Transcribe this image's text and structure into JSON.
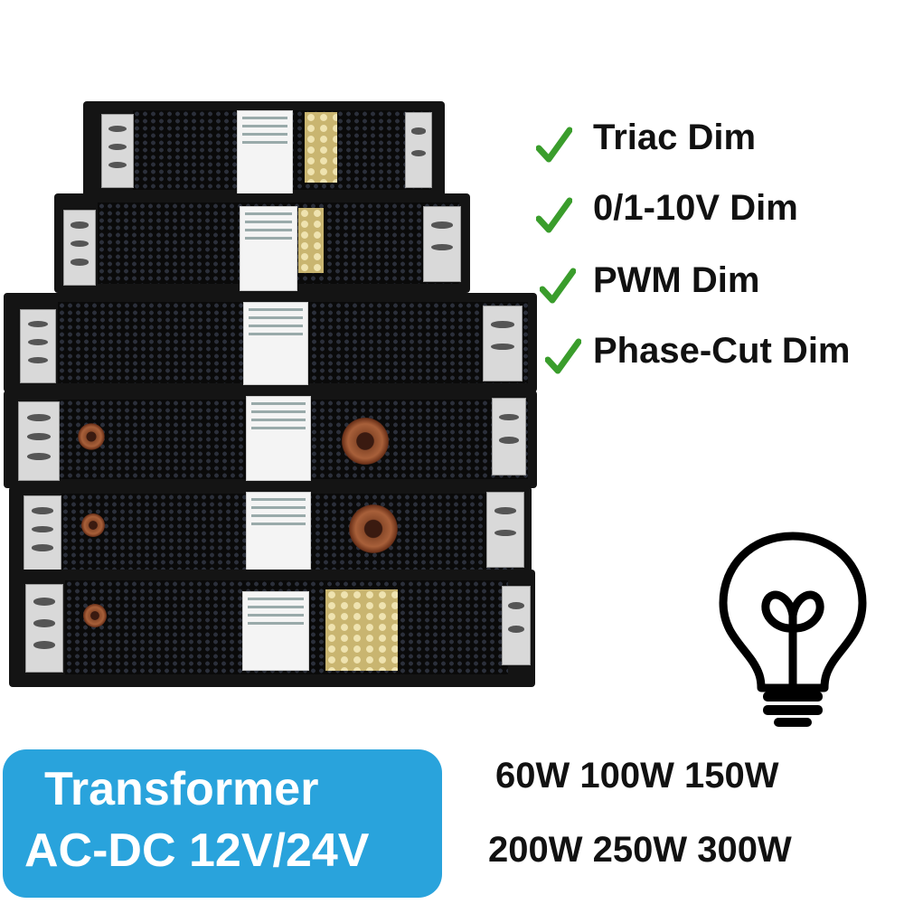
{
  "features": [
    "Triac Dim",
    "0/1-10V Dim",
    "PWM Dim",
    "Phase-Cut Dim"
  ],
  "wattages": {
    "row1": "60W 100W 150W",
    "row2": "200W 250W 300W"
  },
  "badge": {
    "line1": "Transformer",
    "line2": "AC-DC 12V/24V"
  },
  "colors": {
    "check": "#3a9d2c",
    "badge": "#29a3dc"
  }
}
